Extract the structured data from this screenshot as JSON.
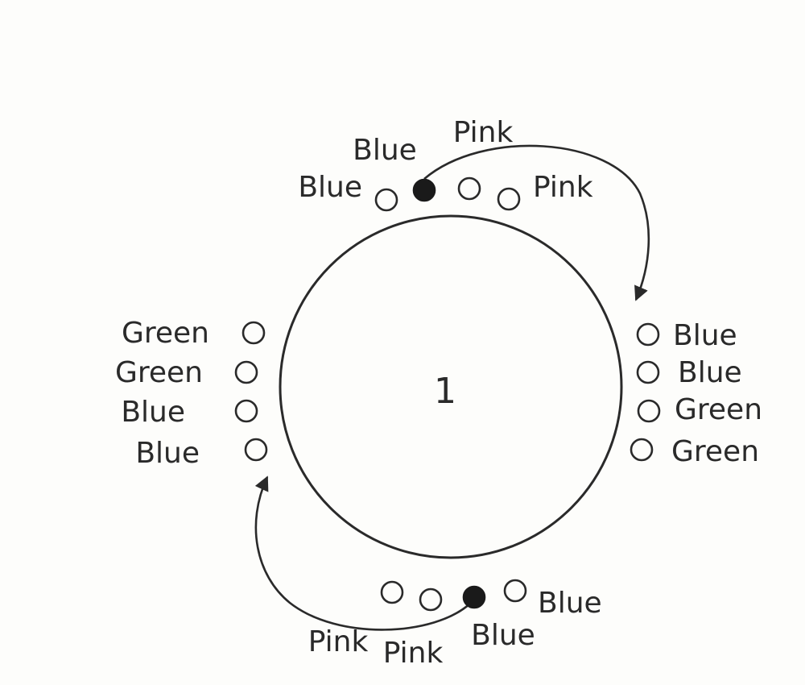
{
  "center_label": "1",
  "groups": {
    "top": [
      {
        "label": "Blue",
        "filled": false
      },
      {
        "label": "Blue",
        "filled": true
      },
      {
        "label": "Pink",
        "filled": false
      },
      {
        "label": "Pink",
        "filled": false
      }
    ],
    "right": [
      {
        "label": "Blue",
        "filled": false
      },
      {
        "label": "Blue",
        "filled": false
      },
      {
        "label": "Green",
        "filled": false
      },
      {
        "label": "Green",
        "filled": false
      }
    ],
    "left": [
      {
        "label": "Green",
        "filled": false
      },
      {
        "label": "Green",
        "filled": false
      },
      {
        "label": "Blue",
        "filled": false
      },
      {
        "label": "Blue",
        "filled": false
      }
    ],
    "bottom": [
      {
        "label": "Pink",
        "filled": false
      },
      {
        "label": "Pink",
        "filled": false
      },
      {
        "label": "Blue",
        "filled": true
      },
      {
        "label": "Blue",
        "filled": false
      }
    ]
  },
  "colors": {
    "ink": "#2a2a2a",
    "filled_bead": "#1a1a1a",
    "background": "#fdfdfb"
  }
}
